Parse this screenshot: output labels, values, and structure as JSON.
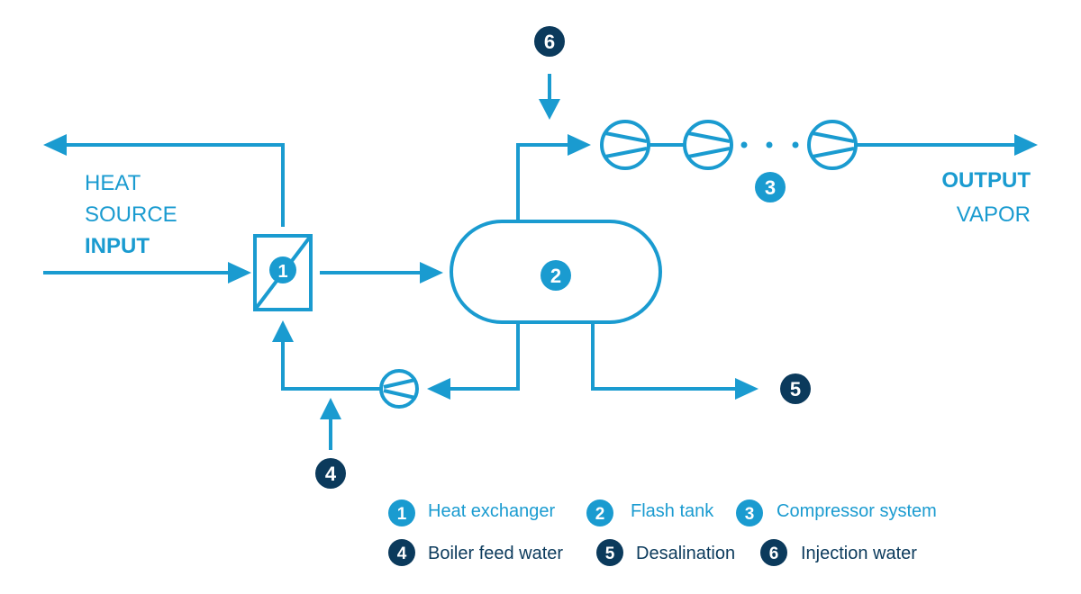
{
  "colors": {
    "line": "#1a9bd0",
    "badge_light": "#1a9bd0",
    "badge_dark": "#0b3a5c",
    "white": "#ffffff"
  },
  "input_label": {
    "line1": "HEAT",
    "line2": "SOURCE",
    "line3": "INPUT"
  },
  "output_label": {
    "line1": "OUTPUT",
    "line2": "VAPOR"
  },
  "badges": {
    "heat_exchanger": "1",
    "flash_tank": "2",
    "compressor_system": "3",
    "boiler_feed_water": "4",
    "desalination": "5",
    "injection_water": "6"
  },
  "legend": [
    {
      "number": "1",
      "label": "Heat exchanger",
      "style": "light"
    },
    {
      "number": "2",
      "label": "Flash tank",
      "style": "light"
    },
    {
      "number": "3",
      "label": "Compressor system",
      "style": "light"
    },
    {
      "number": "4",
      "label": "Boiler feed water",
      "style": "dark"
    },
    {
      "number": "5",
      "label": "Desalination",
      "style": "dark"
    },
    {
      "number": "6",
      "label": "Injection water",
      "style": "dark"
    }
  ],
  "icons": {
    "arrow": "arrowhead-icon",
    "pump": "pump-icon",
    "compressor": "compressor-icon",
    "ellipsis": "ellipsis-icon"
  }
}
